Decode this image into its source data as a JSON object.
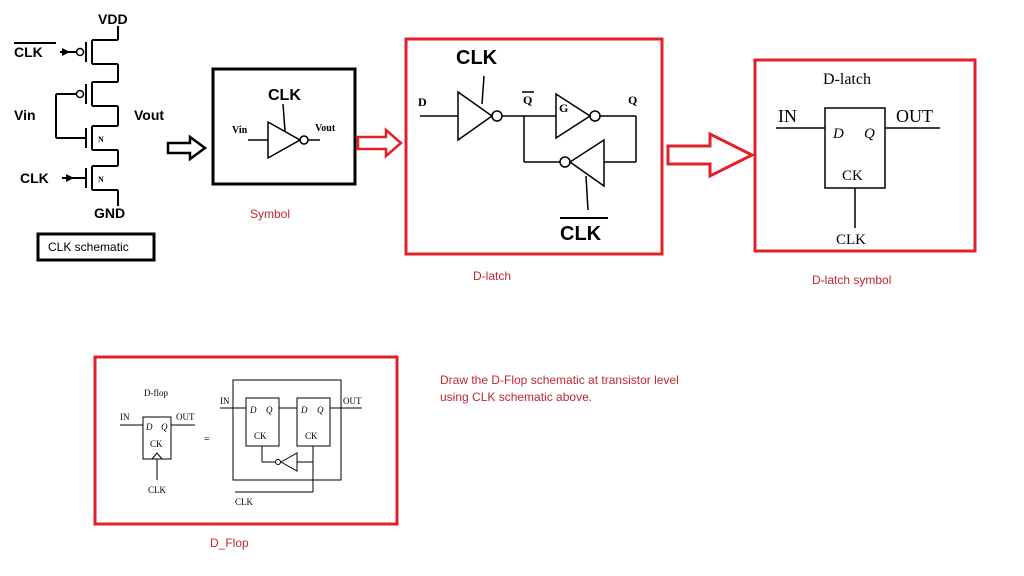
{
  "schematic": {
    "vdd": "VDD",
    "gnd": "GND",
    "clk_bar": "CLK",
    "vin": "Vin",
    "vout": "Vout",
    "clk": "CLK",
    "n1": "N",
    "n2": "N",
    "caption": "CLK schematic"
  },
  "symbol": {
    "clk": "CLK",
    "vin": "Vin",
    "vout": "Vout",
    "caption": "Symbol"
  },
  "dlatch": {
    "clk": "CLK",
    "d": "D",
    "qbar": "Q",
    "g": "G",
    "q": "Q",
    "clk_bar": "CLK",
    "caption": "D-latch"
  },
  "dlatch_symbol": {
    "title": "D-latch",
    "in": "IN",
    "out": "OUT",
    "d": "D",
    "q": "Q",
    "ck": "CK",
    "clk": "CLK",
    "caption": "D-latch symbol"
  },
  "dflop": {
    "title": "D-flop",
    "in": "IN",
    "out": "OUT",
    "d": "D",
    "q": "Q",
    "ck": "CK",
    "clk": "CLK",
    "equals": "=",
    "in2": "IN",
    "out2": "OUT",
    "d1": "D",
    "q1": "Q",
    "ck1": "CK",
    "d2": "D",
    "q2": "Q",
    "ck2": "CK",
    "clk2": "CLK",
    "caption": "D_Flop"
  },
  "instruction": {
    "line1": "Draw the D-Flop schematic at transistor level",
    "line2": "using CLK schematic above."
  },
  "colors": {
    "red": "#e02228",
    "caption_red": "#c0282d",
    "black": "#000000"
  }
}
